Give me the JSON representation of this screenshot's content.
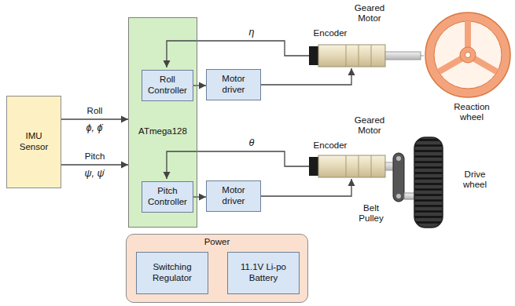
{
  "diagram": {
    "nodes": [
      {
        "text": [
          "IMU Sensor"
        ]
      },
      {
        "text": [
          "ATmega128"
        ]
      },
      {
        "text": [
          "Roll Controller"
        ],
        "in": 1
      },
      {
        "text": [
          "Motor driver"
        ]
      },
      {
        "text": [
          "Pitch Controller"
        ],
        "in": 1
      },
      {
        "text": [
          "Motor driver"
        ]
      },
      {
        "text": [
          "Power"
        ]
      },
      {
        "text": [
          "Switching Regulator"
        ],
        "in": 6
      },
      {
        "text": [
          "11.1V Li-po Battery"
        ],
        "in": 6
      }
    ],
    "edges": [
      {
        "from": 0,
        "to": 1,
        "arrow": "to",
        "label": "Roll"
      },
      {
        "from": 0,
        "to": 1,
        "arrow": "to",
        "label": "Pitch"
      },
      {
        "from": 2,
        "to": 3,
        "arrow": "to"
      },
      {
        "from": 4,
        "to": 5,
        "arrow": "to"
      }
    ],
    "labels": [
      "ϕ, ϕ̇",
      "ψ, ψ̇",
      "η",
      "Encoder",
      "Geared Motor",
      "Reaction wheel",
      "θ",
      "Encoder",
      "Geared Motor",
      "Belt Pulley",
      "Drive wheel"
    ]
  }
}
